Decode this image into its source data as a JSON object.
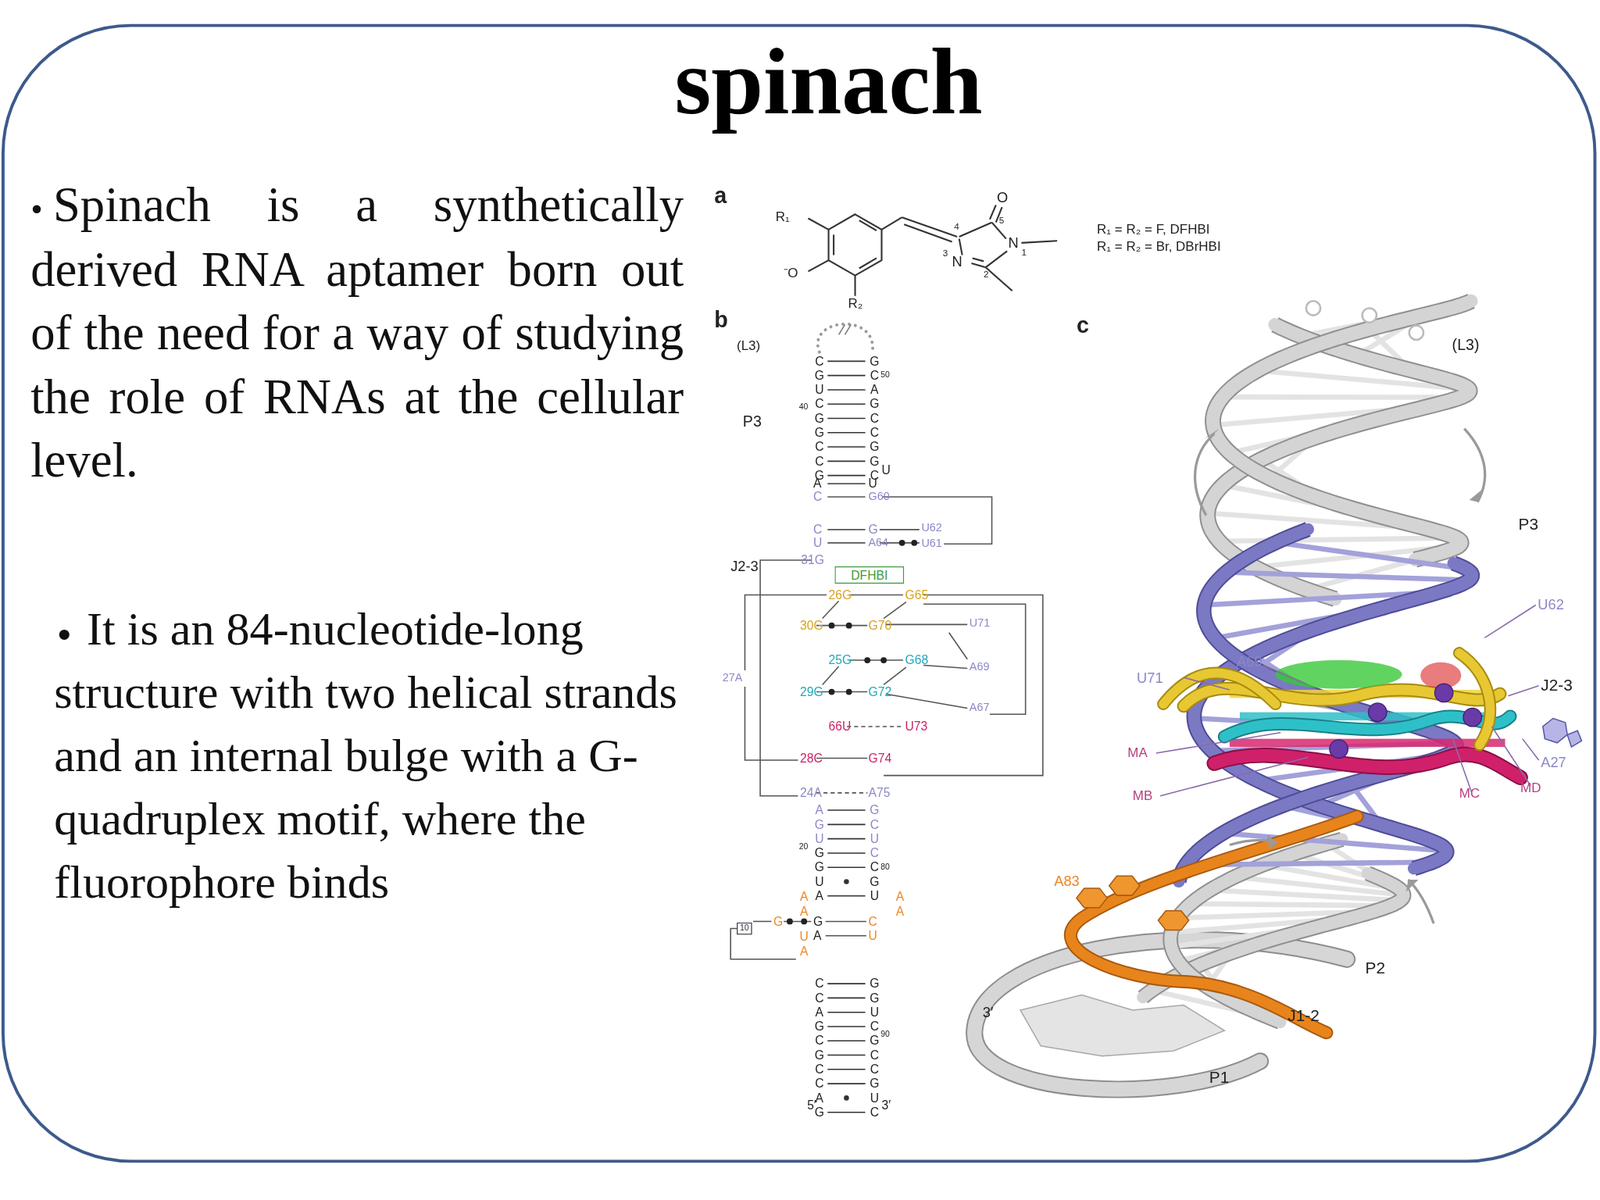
{
  "diagram": {
    "title": "spinach",
    "nodes": [
      {
        "text": [
          "DFHBI"
        ]
      },
      {
        "text": [
          "10"
        ]
      }
    ],
    "labels": [
      "Spinach is a synthetically derived RNA aptamer born out of the need for a way of studying the role of RNAs at the cellular level.",
      "It is an 84-nucleotide-long structure with two helical strands and an internal bulge with a G-quadruplex motif, where the fluorophore binds",
      "a",
      "R₁",
      "⁻O",
      "R₂",
      "O",
      "5",
      "4",
      "3",
      "N",
      "N",
      "2",
      "1",
      "R₁ = R₂ = F, DFHBI",
      "R₁ = R₂ = Br, DBrHBI",
      "b",
      "(L3)",
      "P3",
      "CGUCGGCCG",
      "GCAGCCGGC",
      "40",
      "50",
      "U",
      "A",
      "U",
      "C",
      "G60",
      "C",
      "G",
      "U62",
      "U",
      "A64",
      "U61",
      "J2-3",
      "31G",
      "26G",
      "G65",
      "30G",
      "G70",
      "U71",
      "25G",
      "G68",
      "A69",
      "27A",
      "29G",
      "G72",
      "A67",
      "66U",
      "U73",
      "28C",
      "G74",
      "24A",
      "A75",
      "AGU",
      "GGUA",
      "GCUC",
      "CGU",
      "20",
      "80",
      "AA",
      "G",
      "UA",
      "G",
      "A",
      "AA",
      "C",
      "U",
      "CCAGCGCCAG",
      "GGUCGCCGUC",
      "90",
      "5′",
      "3′",
      "c",
      "(L3)",
      "P3",
      "U62",
      "A69",
      "U71",
      "J2-3",
      "A27",
      "MA",
      "MB",
      "MC",
      "MD",
      "A83",
      "P2",
      "J1-2",
      "3′",
      "P1"
    ]
  }
}
